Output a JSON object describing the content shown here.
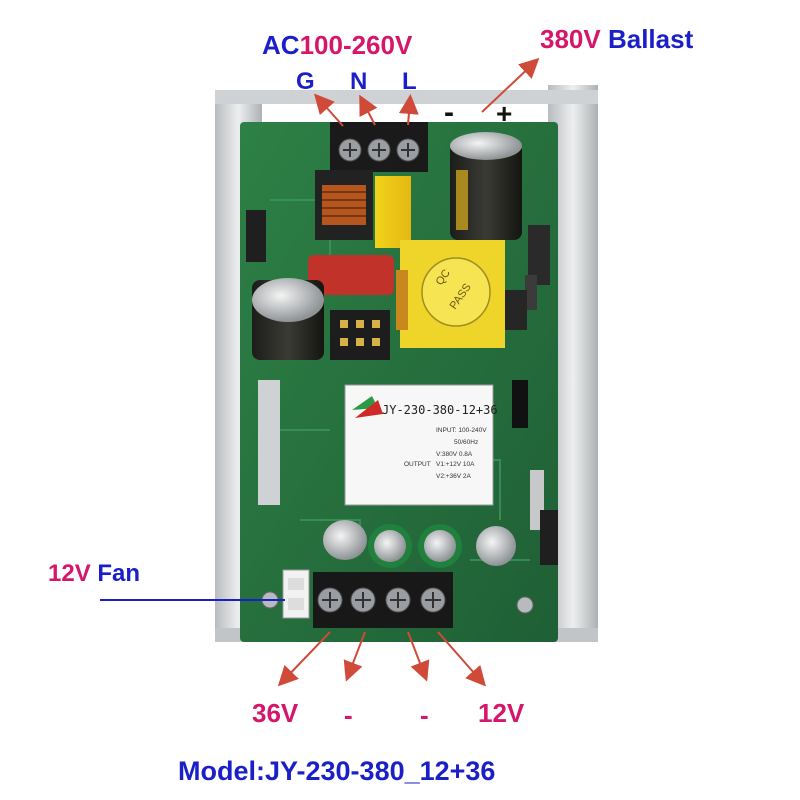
{
  "top_labels": {
    "ac_prefix": "AC",
    "ac_range": "100-260V",
    "ballast_voltage": "380V",
    "ballast_word": "Ballast",
    "terminal_g": "G",
    "terminal_n": "N",
    "terminal_l": "L",
    "minus": "-",
    "plus": "+"
  },
  "side_labels": {
    "fan_voltage": "12V",
    "fan_word": "Fan"
  },
  "bottom_labels": {
    "out_36v": "36V",
    "minus_1": "-",
    "minus_2": "-",
    "out_12v": "12V"
  },
  "model_line": "Model:JY-230-380_12+36",
  "board_sticker": {
    "title": "JY-230-380-12+36",
    "input": "INPUT: 100-240V",
    "freq": "50/60Hz",
    "out_v": "V:380V  0.8A",
    "output_label": "OUTPUT",
    "v1": "V1:+12V  10A",
    "v2": "V2:+36V   2A",
    "qc": "QC",
    "pass": "PASS"
  },
  "colors": {
    "label_blue": "#1a1fc8",
    "label_magenta": "#d6166a",
    "pcb_green": "#2f7a45",
    "housing_silver": "#d9dbdd",
    "arrow_red": "#d04a3a"
  }
}
